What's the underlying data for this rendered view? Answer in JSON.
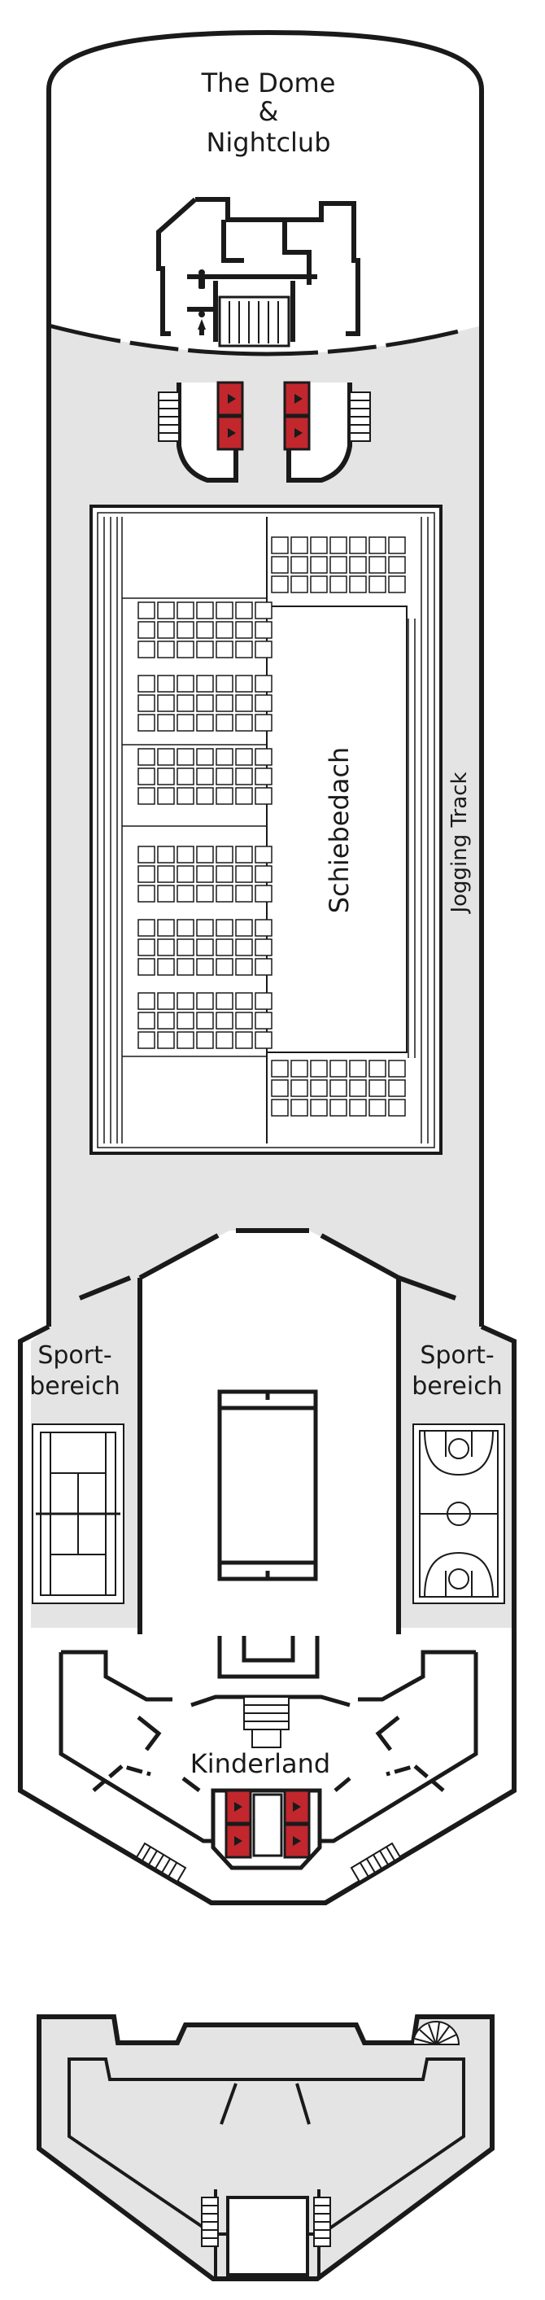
{
  "labels": {
    "dome_line1": "The Dome",
    "dome_line2": "&",
    "dome_line3": "Nightclub",
    "sliding_roof": "Schiebedach",
    "jogging": "Jogging Track",
    "sport_left_1": "Sport-",
    "sport_left_2": "bereich",
    "sport_right_1": "Sport-",
    "sport_right_2": "bereich",
    "kids": "Kinderland"
  },
  "icons": {
    "restroom_men": "man-icon",
    "restroom_women": "woman-icon",
    "elevator": "elevator-arrow-icon",
    "stairs": "stairs-icon",
    "tennis": "tennis-court-icon",
    "basketball": "basketball-court-icon"
  },
  "colors": {
    "wall": "#1a1a1a",
    "deck_grey": "#e4e4e4",
    "elevator_red": "#c1272d",
    "background": "#ffffff"
  }
}
